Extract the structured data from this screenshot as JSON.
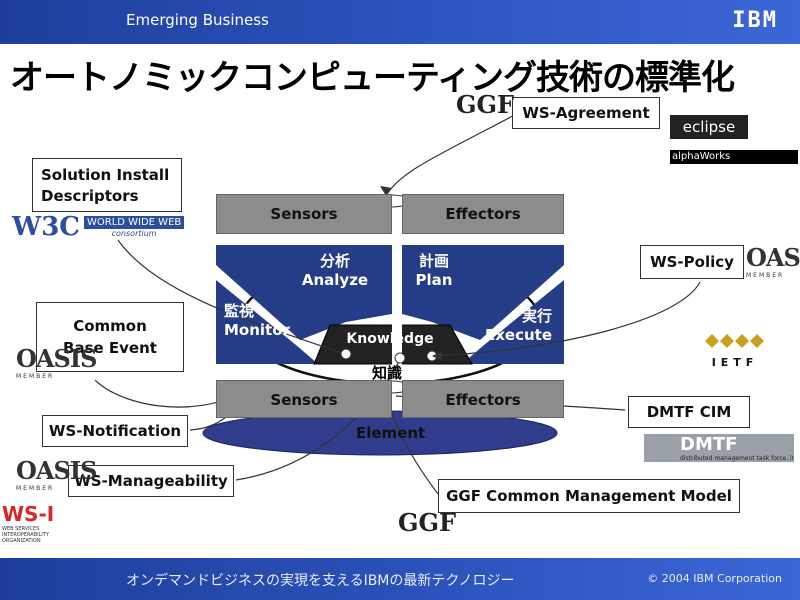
{
  "header": {
    "brand": "Emerging Business",
    "logo": "IBM"
  },
  "title": "オートノミックコンピューティング技術の標準化",
  "footer": {
    "tagline": "オンデマンドビジネスの実現を支えるIBMの最新テクノロジー",
    "copyright": "© 2004 IBM Corporation"
  },
  "diagram": {
    "top_sensors": "Sensors",
    "top_effectors": "Effectors",
    "analyze_jp": "分析",
    "analyze_en": "Analyze",
    "plan_jp": "計画",
    "plan_en": "Plan",
    "monitor_jp": "監視",
    "monitor_en": "Monitor",
    "execute_jp": "実行",
    "execute_en": "Execute",
    "knowledge": "Knowledge",
    "knowledge_jp": "知識",
    "bottom_sensors": "Sensors",
    "bottom_effectors": "Effectors",
    "element": "Element"
  },
  "callouts": {
    "ws_agreement": "WS-Agreement",
    "solution_install": "Solution Install Descriptors",
    "ws_policy": "WS-Policy",
    "common_base_event": "Common Base Event",
    "ws_notification": "WS-Notification",
    "ws_manageability": "WS-Manageability",
    "dmtf_cim": "DMTF CIM",
    "ggf_cmm": "GGF Common Management Model"
  },
  "logos": {
    "eclipse": "eclipse",
    "alphaworks": "alphaWorks",
    "w3c": "W3C",
    "w3c_text": "WORLD WIDE WEB",
    "w3c_sub": "consortium",
    "oasis": "OASIS",
    "oasis_member": "MEMBER",
    "ietf": "IETF",
    "ggf": "GGF",
    "dmtf": "DMTF",
    "dmtf_sub": "distributed management task force, inc",
    "wsi": "WS-I",
    "wsi_sub": "WEB SERVICES INTEROPERABILITY ORGANIZATION"
  },
  "colors": {
    "header_blue": "#2d55c0",
    "arm_blue": "#243d86",
    "bar_gray": "#8c8c8c",
    "element_blue": "#2f3d8c"
  }
}
